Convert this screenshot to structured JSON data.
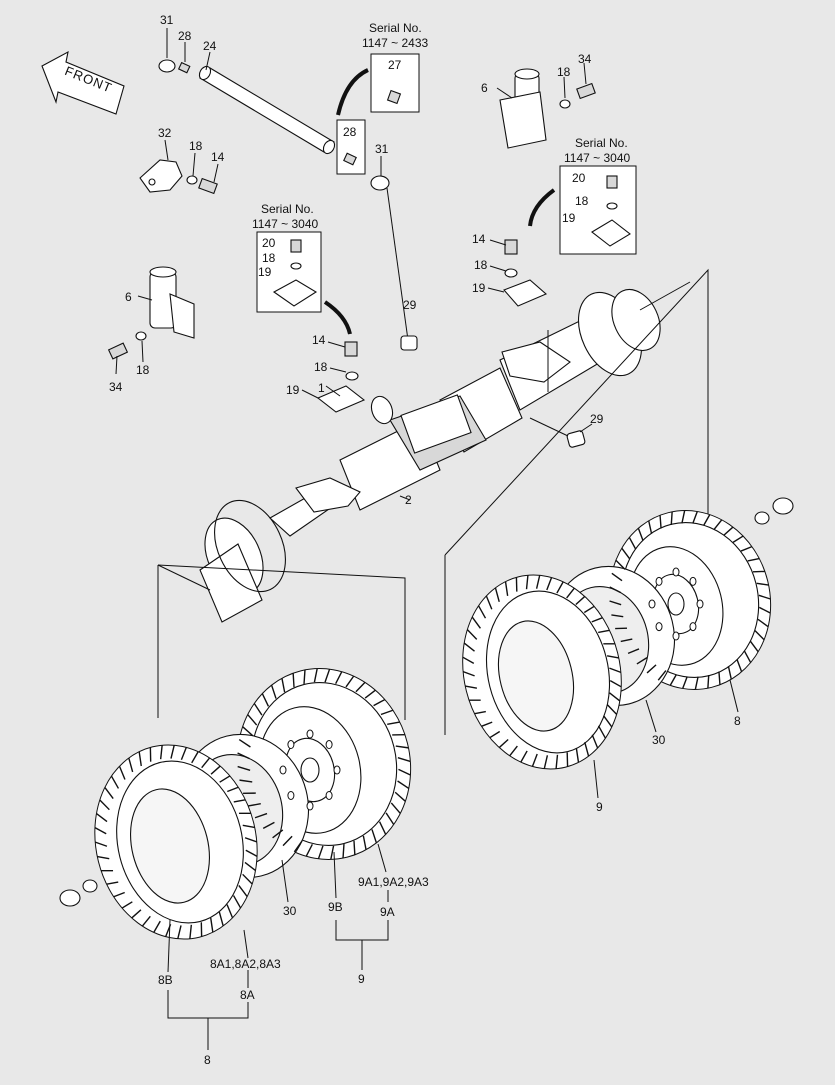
{
  "front_arrow": {
    "label": "FRONT"
  },
  "serial_notes": [
    {
      "id": "top",
      "title": "Serial No.",
      "range": "1147 ~ 2433"
    },
    {
      "id": "right",
      "title": "Serial No.",
      "range": "1147 ~ 3040"
    },
    {
      "id": "left",
      "title": "Serial No.",
      "range": "1147 ~ 3040"
    }
  ],
  "callouts": {
    "c31a": "31",
    "c28a": "28",
    "c24": "24",
    "c27": "27",
    "c28b": "28",
    "c31b": "31",
    "c6a": "6",
    "c18a": "18",
    "c34a": "34",
    "c32": "32",
    "c18b": "18",
    "c14a": "14",
    "c20r": "20",
    "c18r": "18",
    "c19r": "19",
    "c20l": "20",
    "c18l": "18",
    "c19l": "19",
    "c14b": "14",
    "c18c": "18",
    "c19b": "19",
    "c6b": "6",
    "c34b": "34",
    "c18d": "18",
    "c29a": "29",
    "c14c": "14",
    "c18e": "18",
    "c19c": "19",
    "c1": "1",
    "c29b": "29",
    "c2": "2",
    "c8r": "8",
    "c30r": "30",
    "c9r": "9",
    "c30l": "30",
    "c9b": "9B",
    "c9a": "9A",
    "c9a123": "9A1,9A2,9A3",
    "c9": "9",
    "c8b": "8B",
    "c8a": "8A",
    "c8a123": "8A1,8A2,8A3",
    "c8": "8"
  }
}
